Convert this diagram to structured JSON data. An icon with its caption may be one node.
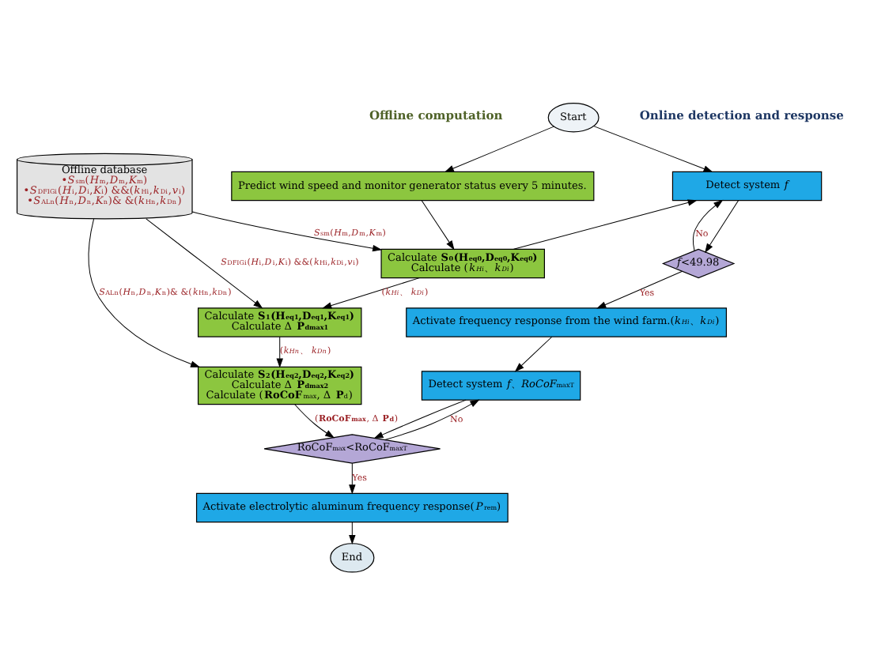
{
  "diagram": {
    "nodes": [
      {
        "text": [
          "Start"
        ]
      },
      {
        "text": [
          "Predict wind speed and monitor generator status every 5 minutes."
        ]
      },
      {
        "text": [
          "Calculate **S$_{0}$(H$_{eq0}$,D$_{eq0}$,K$_{eq0}$)**",
          "Calculate (*k$_{Hi}$*、*k$_{Di}$*)"
        ]
      },
      {
        "text": [
          "Calculate **S$_{1}$(H$_{eq1}$,D$_{eq1}$,K$_{eq1}$)**",
          "Calculate Δ **P$_{dmax1}$**"
        ]
      },
      {
        "text": [
          "Calculate **S$_{2}$(H$_{eq2}$,D$_{eq2}$,K$_{eq2}$)**",
          "Calculate Δ **P$_{dmax2}$**",
          "Calculate (**RoCoF**$_{max}$, Δ **P**$_{d}$)"
        ]
      },
      {
        "text": [
          "Offline database",
          "•*S*$_{sm}$(*H*$_{m}$,*D*$_{m}$,*K*$_{m}$)",
          "•*S*$_{DFIGi}$(*H*$_{i}$,*D*$_{i}$,*K*$_{i}$) &&(*k*$_{Hi}$,*k*$_{Di}$,*v*$_{i}$)",
          "•*S*$_{ALn}$(*H*$_{n}$,*D*$_{n}$,*K*$_{n}$)& &(*k*$_{Hn}$,*k*$_{Dn}$)"
        ]
      },
      {
        "text": [
          "Detect system *f*"
        ]
      },
      {
        "text": [
          "*f*<49.98"
        ]
      },
      {
        "text": [
          "Activate frequency response from the wind farm.(*k$_{Hi}$*、*k$_{Di}$*)"
        ]
      },
      {
        "text": [
          "Detect system *f*、*RoCoF*$_{maxT}$"
        ]
      },
      {
        "text": [
          "RoCoF$_{max}$<RoCoF$_{maxT}$"
        ]
      },
      {
        "text": [
          "Activate electrolytic aluminum frequency response(*P*$_{rem}$)"
        ]
      },
      {
        "text": [
          "End"
        ]
      }
    ],
    "edges": [
      {
        "from": 0,
        "to": 1,
        "arrow": "to"
      },
      {
        "from": 0,
        "to": 6,
        "arrow": "to"
      },
      {
        "from": 1,
        "to": 2,
        "arrow": "to"
      },
      {
        "from": 5,
        "to": 2,
        "arrow": "to",
        "label": "*S*$_{sm}$(*H*$_{m}$,*D*$_{m}$,*K*$_{m}$)"
      },
      {
        "from": 2,
        "to": 3,
        "arrow": "to",
        "label": "(*k$_{Hi}$*、 *k$_{Di}$*)"
      },
      {
        "from": 5,
        "to": 3,
        "arrow": "to",
        "label": "*S*$_{DFIGi}$(*H*$_{i}$,*D*$_{i}$,*K*$_{i}$) &&(*k*$_{Hi}$,*k*$_{Di}$,*v*$_{i}$)"
      },
      {
        "from": 2,
        "to": 6,
        "arrow": "to"
      },
      {
        "from": 3,
        "to": 4,
        "arrow": "to",
        "label": "(*k$_{Hn}$*、 *k$_{Dn}$*)"
      },
      {
        "from": 5,
        "to": 4,
        "arrow": "to",
        "label": "*S*$_{ALn}$(*H*$_{n}$,*D*$_{n}$,*K*$_{n}$)& &(*k*$_{Hn}$,*k*$_{Dn}$)"
      },
      {
        "from": 4,
        "to": 10,
        "arrow": "to",
        "label": "(**RoCoF$_{max}$**, Δ **P$_{d}$**)"
      },
      {
        "from": 6,
        "to": 7,
        "arrow": "to"
      },
      {
        "from": 7,
        "to": 6,
        "arrow": "to",
        "label": "No"
      },
      {
        "from": 7,
        "to": 8,
        "arrow": "to",
        "label": "Yes"
      },
      {
        "from": 8,
        "to": 9,
        "arrow": "to"
      },
      {
        "from": 9,
        "to": 10,
        "arrow": "to"
      },
      {
        "from": 10,
        "to": 9,
        "arrow": "to",
        "label": "No"
      },
      {
        "from": 10,
        "to": 11,
        "arrow": "to",
        "label": "Yes"
      },
      {
        "from": 11,
        "to": 12,
        "arrow": "to"
      }
    ],
    "labels": [
      "Offline computation",
      "Online detection and response"
    ]
  }
}
